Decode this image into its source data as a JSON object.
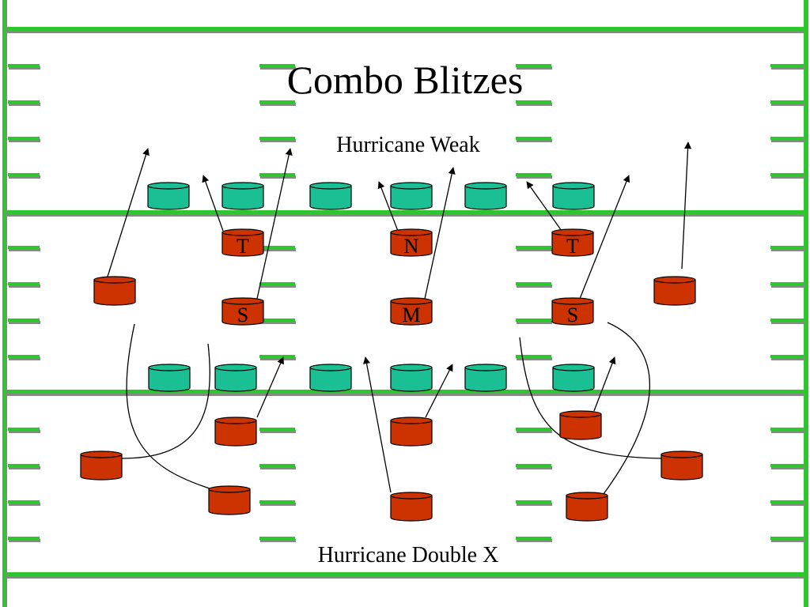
{
  "slide": {
    "title": "Combo Blitzes",
    "top_play_label": "Hurricane Weak",
    "bottom_play_label": "Hurricane Double X"
  },
  "colors": {
    "field_line": "#2ec52e",
    "hash_shadow": "#888888",
    "offense_fill": "#1abf94",
    "defense_fill": "#cc3300",
    "route_line": "#000000"
  },
  "top_play": {
    "position_labels": [
      "T",
      "N",
      "T",
      "S",
      "M",
      "S"
    ]
  }
}
